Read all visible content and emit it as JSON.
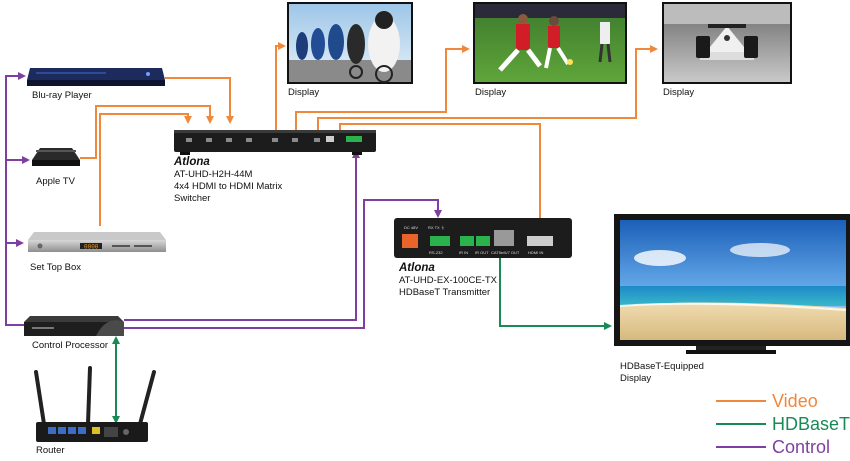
{
  "colors": {
    "video": "#f0883b",
    "hdbaset": "#1a8a55",
    "control": "#7f3fa0",
    "device": "#1c1c1c"
  },
  "devices": {
    "bluray": {
      "label": "Blu-ray Player"
    },
    "appletv": {
      "label": "Apple TV"
    },
    "settopbox": {
      "label": "Set Top Box",
      "display_digits": "0000"
    },
    "control_processor": {
      "label": "Control Processor"
    },
    "router": {
      "label": "Router"
    },
    "switcher": {
      "brand": "Atlona",
      "model": "AT-UHD-H2H-44M",
      "desc1": "4x4 HDMI to HDMI Matrix",
      "desc2": "Switcher"
    },
    "transmitter": {
      "brand": "Atlona",
      "model": "AT-UHD-EX-100CE-TX",
      "desc": "HDBaseT Transmitter",
      "ports": {
        "dc": "DC 48V",
        "rs232": "RS-232",
        "ir_in": "IR IN",
        "ir_out": "IR OUT",
        "cat": "CAT5e/6/7 OUT",
        "hdmi": "HDMI IN",
        "rxtx": "RX TX ⏚"
      }
    },
    "display1": {
      "label": "Display",
      "icon": "cyclists-image"
    },
    "display2": {
      "label": "Display",
      "icon": "soccer-image"
    },
    "display3": {
      "label": "Display",
      "icon": "race-car-image"
    },
    "hdbaset_display": {
      "label1": "HDBaseT-Equipped",
      "label2": "Display",
      "icon": "beach-image"
    }
  },
  "legend": [
    {
      "label": "Video",
      "color": "#f0883b"
    },
    {
      "label": "HDBaseT",
      "color": "#1a8a55"
    },
    {
      "label": "Control",
      "color": "#7f3fa0"
    }
  ]
}
